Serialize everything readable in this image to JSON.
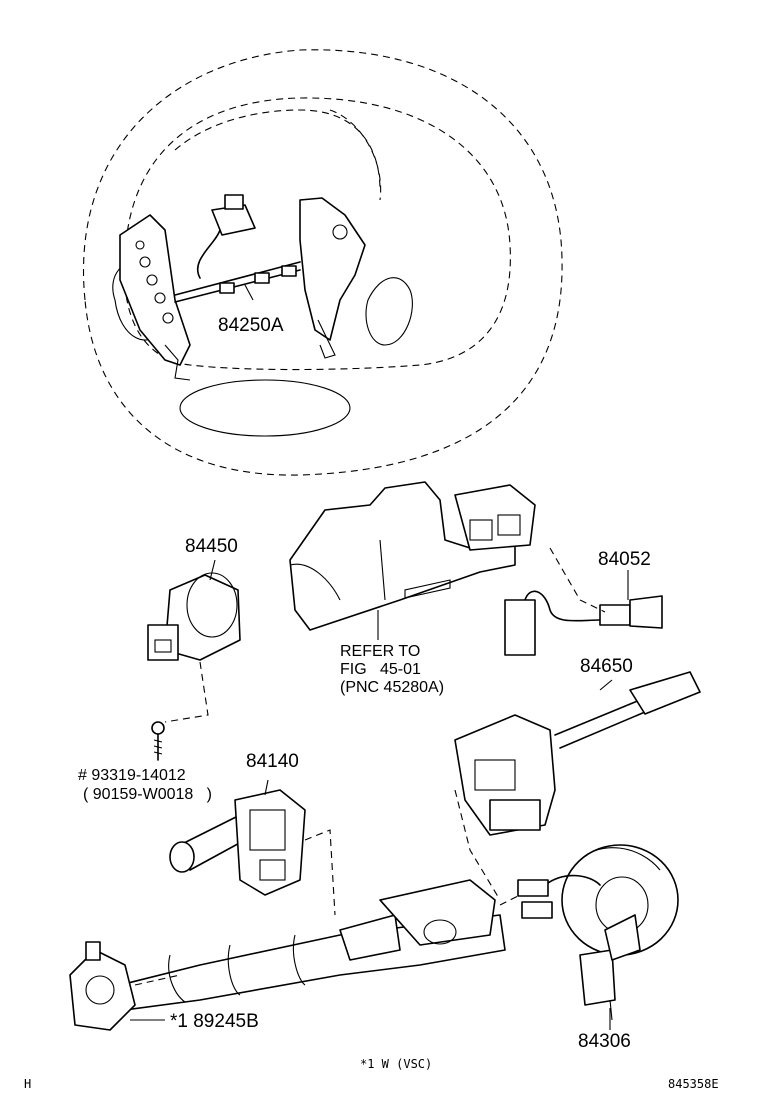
{
  "labels": {
    "p84250A": "84250A",
    "p84450": "84450",
    "p84052": "84052",
    "refer_line1": "REFER TO",
    "refer_line2": "FIG   45-01",
    "refer_line3": "(PNC 45280A)",
    "p84650": "84650",
    "p84140": "84140",
    "bolt_line1": "# 93319-14012",
    "bolt_line2": "( 90159-W0018   )",
    "p89245B": "*1 89245B",
    "p84306": "84306",
    "footnote": "*1 W (VSC)",
    "corner_left": "H",
    "drawing_number": "845358E"
  }
}
